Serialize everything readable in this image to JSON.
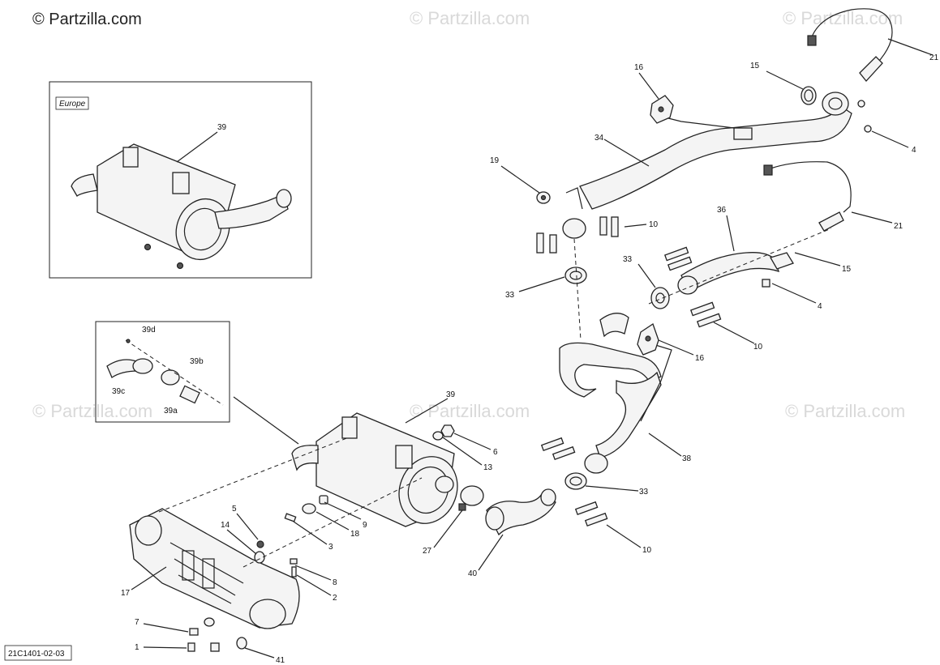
{
  "watermark": {
    "main": "© Partzilla.com",
    "repeat": "© Partzilla.com"
  },
  "diagram_code": "21C1401-02-03",
  "inset_europe": {
    "tag": "Europe",
    "callout": "39"
  },
  "inset_detail": {
    "callouts": [
      "39d",
      "39b",
      "39c",
      "39a"
    ]
  },
  "callouts": {
    "c1": "1",
    "c2": "2",
    "c3": "3",
    "c4a": "4",
    "c4b": "4",
    "c5": "5",
    "c6": "6",
    "c7": "7",
    "c8": "8",
    "c9": "9",
    "c10a": "10",
    "c10b": "10",
    "c10c": "10",
    "c13": "13",
    "c14": "14",
    "c15a": "15",
    "c15b": "15",
    "c16a": "16",
    "c16b": "16",
    "c17": "17",
    "c18": "18",
    "c19": "19",
    "c21a": "21",
    "c21b": "21",
    "c27": "27",
    "c33a": "33",
    "c33b": "33",
    "c33c": "33",
    "c34": "34",
    "c36": "36",
    "c38": "38",
    "c39": "39",
    "c40": "40",
    "c41": "41"
  }
}
